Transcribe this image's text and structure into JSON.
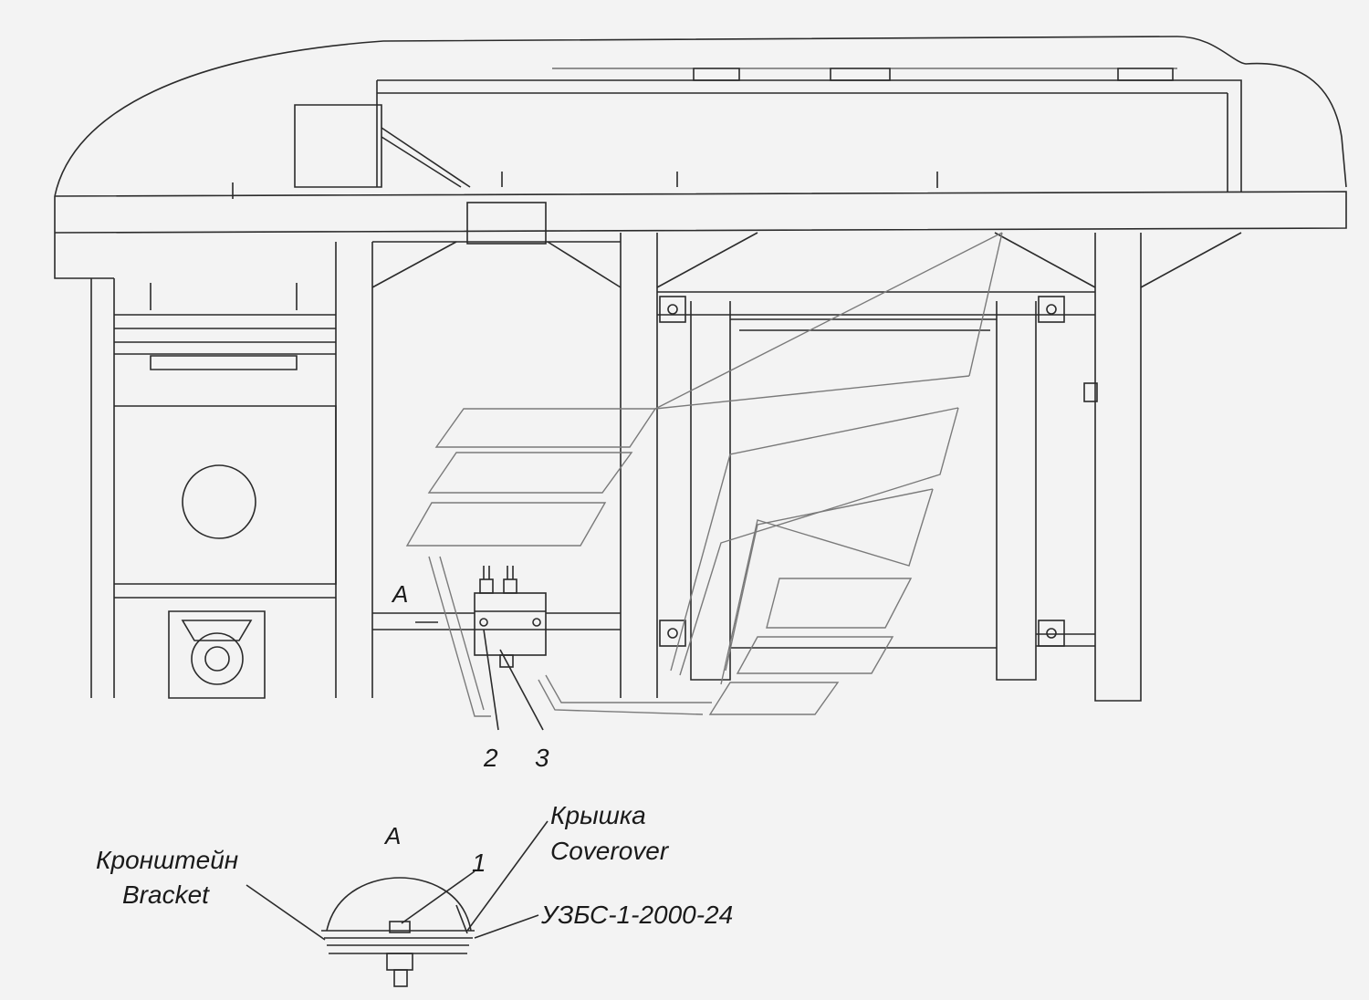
{
  "main_view": {
    "view_marker": "A",
    "callouts": [
      "2",
      "3"
    ]
  },
  "detail_view": {
    "title": "A",
    "callout": "1",
    "cover_label_ru": "Крышка",
    "cover_label_en": "Coverover",
    "bracket_label_ru": "Кронштейн",
    "bracket_label_en": "Bracket",
    "part_number": "УЗБС-1-2000-24"
  },
  "colors": {
    "line": "#2b2b2b",
    "background": "#f3f3f3",
    "wire": "#7a7a7a"
  }
}
